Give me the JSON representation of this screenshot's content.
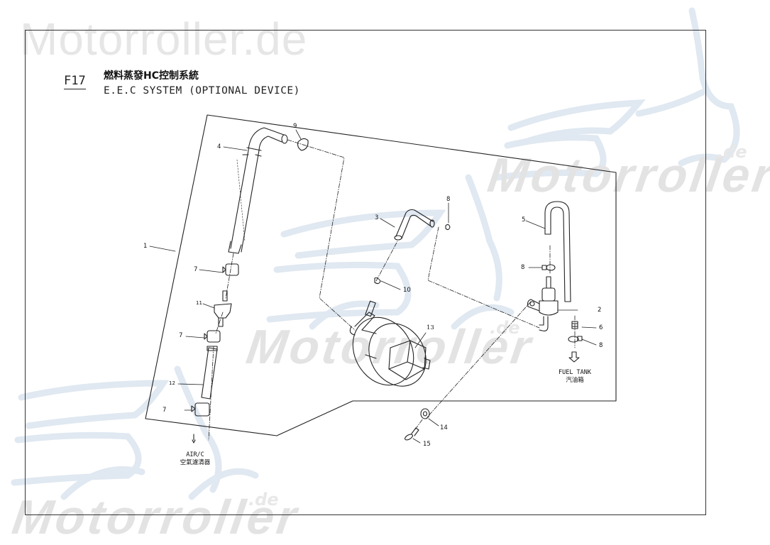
{
  "watermark": {
    "top_text": "Motorroller.de",
    "brand": "Motorroller",
    "suffix": ".de"
  },
  "figure": {
    "code": "F17",
    "title_cn": "燃料蒸發HC控制系統",
    "title_en": "E.E.C SYSTEM (OPTIONAL DEVICE)"
  },
  "callouts": [
    {
      "id": "1",
      "label": "1"
    },
    {
      "id": "2",
      "label": "2"
    },
    {
      "id": "3",
      "label": "3"
    },
    {
      "id": "4",
      "label": "4"
    },
    {
      "id": "5",
      "label": "5"
    },
    {
      "id": "6",
      "label": "6"
    },
    {
      "id": "7a",
      "label": "7"
    },
    {
      "id": "7b",
      "label": "7"
    },
    {
      "id": "7c",
      "label": "7"
    },
    {
      "id": "8a",
      "label": "8"
    },
    {
      "id": "8b",
      "label": "8"
    },
    {
      "id": "8c",
      "label": "8"
    },
    {
      "id": "9",
      "label": "9"
    },
    {
      "id": "10",
      "label": "10"
    },
    {
      "id": "11",
      "label": "11"
    },
    {
      "id": "12",
      "label": "12"
    },
    {
      "id": "13",
      "label": "13"
    },
    {
      "id": "14",
      "label": "14"
    },
    {
      "id": "15",
      "label": "15"
    }
  ],
  "notes": {
    "air_cleaner_en": "AIR/C",
    "air_cleaner_cn": "空氣濾清器",
    "fuel_tank_en": "FUEL TANK",
    "fuel_tank_cn": "汽油箱",
    "arrow": "⇩"
  },
  "colors": {
    "line": "#222222",
    "watermark_gray": "#e4e4e4",
    "watermark_blue": "#dfe7f0"
  }
}
